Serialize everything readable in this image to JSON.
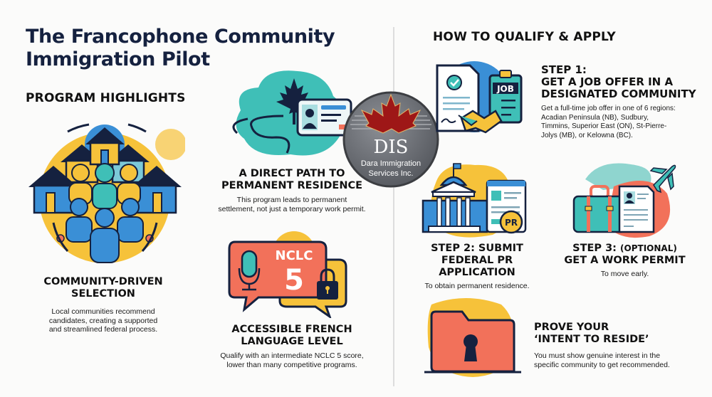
{
  "title": {
    "line1": "The Francophone Community",
    "line2": "Immigration Pilot"
  },
  "highlights": {
    "heading": "PROGRAM HIGHLIGHTS",
    "items": [
      {
        "icon": "community-houses-people-icon",
        "title_line1": "COMMUNITY-DRIVEN",
        "title_line2": "SELECTION",
        "desc_line1": "Local communities recommend",
        "desc_line2": "candidates, creating a supported",
        "desc_line3": "and streamlined federal process."
      },
      {
        "icon": "path-to-pr-card-icon",
        "title_line1": "A DIRECT PATH TO",
        "title_line2": "PERMANENT RESIDENCE",
        "desc_line1": "This program leads to permanent",
        "desc_line2": "settlement, not just a temporary work permit."
      },
      {
        "icon": "nclc-speech-bubble-icon",
        "badge_text": "NCLC",
        "badge_number": "5",
        "title_line1": "ACCESSIBLE FRENCH",
        "title_line2": "LANGUAGE LEVEL",
        "desc_line1": "Qualify with an intermediate NCLC 5 score,",
        "desc_line2": "lower than many competitive programs."
      }
    ]
  },
  "logo": {
    "initials": "DIS",
    "name_line1": "Dara Immigration",
    "name_line2": "Services Inc."
  },
  "apply": {
    "heading": "HOW TO QUALIFY & APPLY",
    "steps": [
      {
        "icon": "job-offer-handshake-icon",
        "clipboard_label": "JOB",
        "title_line1": "STEP 1:",
        "title_line2": "GET A JOB OFFER IN A",
        "title_line3": "DESIGNATED COMMUNITY",
        "desc_line1": "Get a full-time job offer in one of 6 regions:",
        "desc_line2": "Acadian Peninsula (NB), Sudbury,",
        "desc_line3": "Timmins, Superior East (ON), St-Pierre-",
        "desc_line4": "Jolys (MB), or Kelowna (BC)."
      },
      {
        "icon": "federal-pr-application-icon",
        "coin_label": "PR",
        "title_line1": "STEP 2: SUBMIT",
        "title_line2": "FEDERAL PR",
        "title_line3": "APPLICATION",
        "desc_line1": "To obtain permanent residence."
      },
      {
        "icon": "work-permit-suitcase-icon",
        "title_prefix": "STEP 3: ",
        "title_optional": "(OPTIONAL)",
        "title_line2": "GET A WORK PERMIT",
        "desc_line1": "To move early."
      },
      {
        "icon": "locked-folder-icon",
        "title_line1": "PROVE YOUR",
        "title_line2": "‘INTENT TO RESIDE’",
        "desc_line1": "You must show genuine interest in the",
        "desc_line2": "specific community to get recommended."
      }
    ]
  },
  "colors": {
    "navy": "#15213f",
    "teal": "#3fbfb7",
    "blue": "#3a8fd6",
    "yellow": "#f6c23a",
    "coral": "#f2715a",
    "logo_gray": "#6b6e74",
    "maple_red": "#a31a1a"
  }
}
